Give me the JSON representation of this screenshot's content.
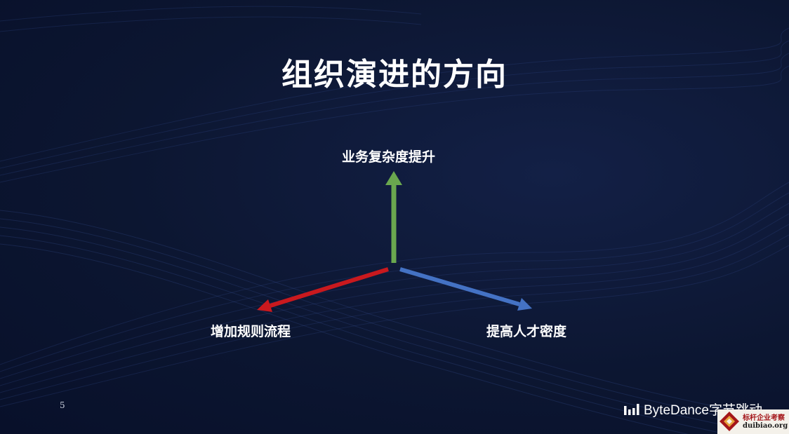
{
  "slide": {
    "title": "组织演进的方向",
    "page_number": "5"
  },
  "diagram": {
    "up_label": "业务复杂度提升",
    "left_label": "增加规则流程",
    "right_label": "提高人才密度",
    "colors": {
      "up_arrow": "#6aa84f",
      "left_arrow": "#c9191e",
      "right_arrow": "#4472c4"
    }
  },
  "brand": {
    "logo_text": "ByteDance字节跳动",
    "icon": "bytedance-bars-icon"
  },
  "watermark": {
    "top_text": "标杆企业考察",
    "bottom_text": "duibiao.org",
    "icon": "diamond-logo-icon"
  }
}
